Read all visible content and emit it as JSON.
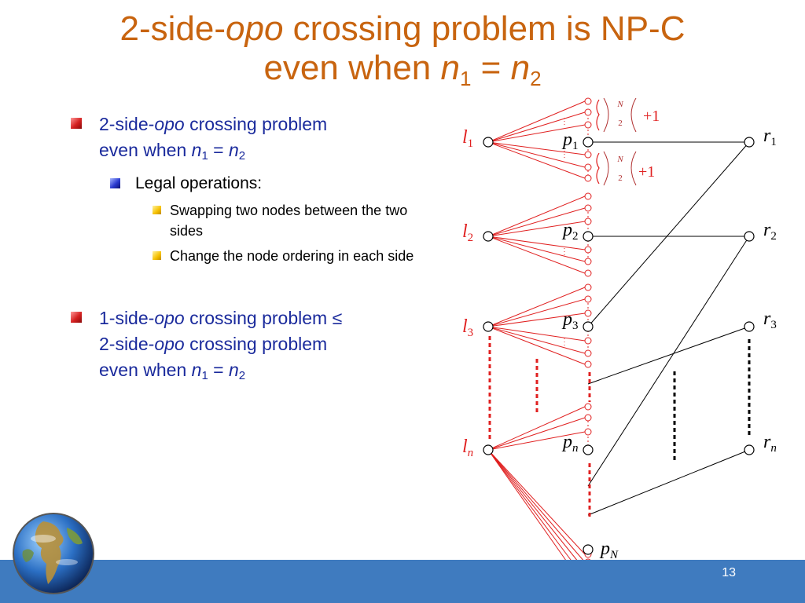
{
  "title": {
    "line1_a": "2-side-",
    "line1_b": "opo",
    "line1_c": " crossing problem is NP-C",
    "line2_a": "even when ",
    "line2_n1": "n",
    "line2_s1": "1",
    "line2_eq": " = ",
    "line2_n2": "n",
    "line2_s2": "2"
  },
  "bullets": {
    "b1_a": "2-side-",
    "b1_b": "opo",
    "b1_c": " crossing problem",
    "b1_d": "even when ",
    "n": "n",
    "s1": "1",
    "eq": " = ",
    "s2": "2",
    "legal": "Legal operations:",
    "op1": "Swapping two nodes between the two sides",
    "op2": "Change the node ordering in each side",
    "b2_a": "1-side-",
    "b2_b": "opo",
    "b2_c": " crossing problem ≤",
    "b2_d": "2-side-",
    "b2_e": "opo",
    "b2_f": " crossing problem",
    "b2_g": "even when "
  },
  "diagram": {
    "left_nodes": [
      {
        "name": "l",
        "sub": "1"
      },
      {
        "name": "l",
        "sub": "2"
      },
      {
        "name": "l",
        "sub": "3"
      },
      {
        "name": "l",
        "sub": "n"
      }
    ],
    "p_nodes": [
      {
        "name": "p",
        "sub": "1"
      },
      {
        "name": "p",
        "sub": "2"
      },
      {
        "name": "p",
        "sub": "3"
      },
      {
        "name": "p",
        "sub": "n"
      },
      {
        "name": "p",
        "sub": "N"
      }
    ],
    "right_nodes": [
      {
        "name": "r",
        "sub": "1"
      },
      {
        "name": "r",
        "sub": "2"
      },
      {
        "name": "r",
        "sub": "3"
      },
      {
        "name": "r",
        "sub": "n"
      }
    ],
    "binom_top": "N",
    "binom_bottom": "2",
    "plus_one": "+1"
  },
  "page_number": "13",
  "colors": {
    "title": "#c8640f",
    "text": "#1a2a9c",
    "red": "#e02020",
    "footer": "#3f7bbf"
  }
}
